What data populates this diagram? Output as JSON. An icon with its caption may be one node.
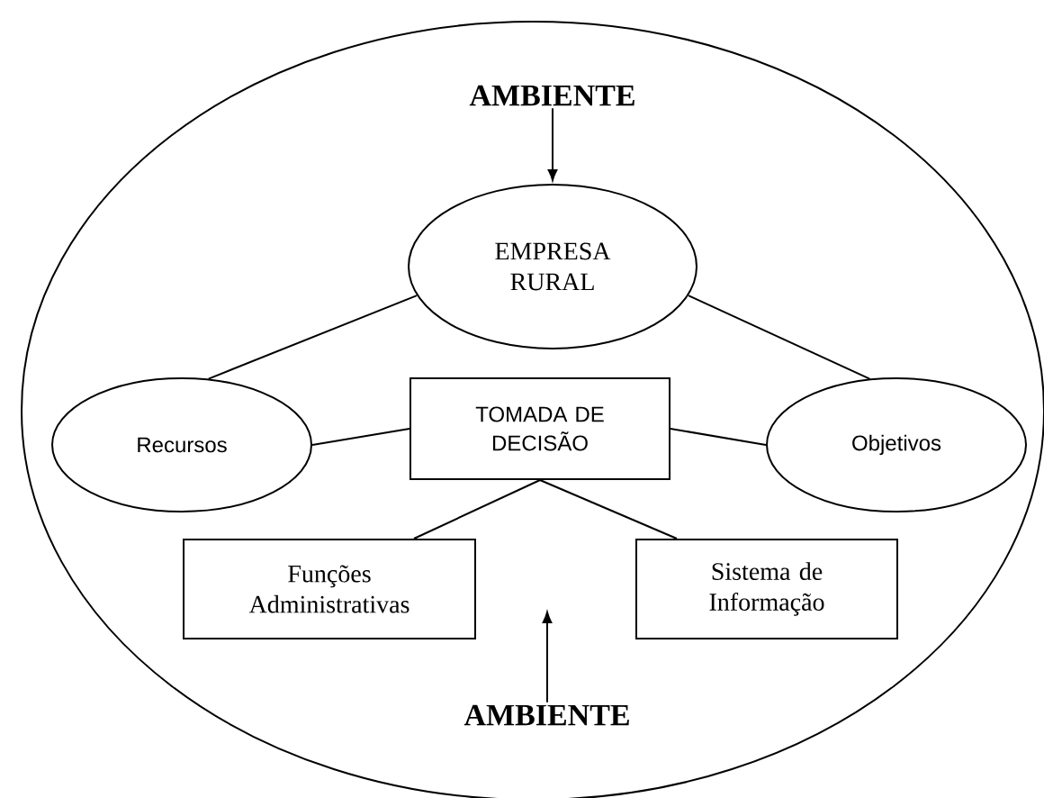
{
  "diagram": {
    "nodes": [
      {
        "text": [],
        "shape": "ellipse"
      },
      {
        "text": [
          "AMBIENTE"
        ],
        "in": 0
      },
      {
        "text": [
          "EMPRESA RURAL"
        ],
        "in": 0
      },
      {
        "text": [
          "Recursos"
        ],
        "in": 0
      },
      {
        "text": [
          "TOMADA DE DECISÃO"
        ],
        "in": 0
      },
      {
        "text": [
          "Objetivos"
        ],
        "in": 0
      },
      {
        "text": [
          "Funções Administrativas"
        ],
        "in": 0
      },
      {
        "text": [
          "Sistema de Informação"
        ],
        "in": 0
      },
      {
        "text": [
          "AMBIENTE"
        ],
        "in": 0
      }
    ],
    "edges": [
      {
        "from": 1,
        "to": 2,
        "arrow": "to"
      },
      {
        "from": 2,
        "to": 3,
        "arrow": "none"
      },
      {
        "from": 2,
        "to": 5,
        "arrow": "none"
      },
      {
        "from": 3,
        "to": 4,
        "arrow": "none"
      },
      {
        "from": 4,
        "to": 5,
        "arrow": "none"
      },
      {
        "from": 4,
        "to": 6,
        "arrow": "none"
      },
      {
        "from": 4,
        "to": 7,
        "arrow": "none"
      },
      {
        "from": 8,
        "to": null,
        "arrow": "to"
      }
    ]
  }
}
